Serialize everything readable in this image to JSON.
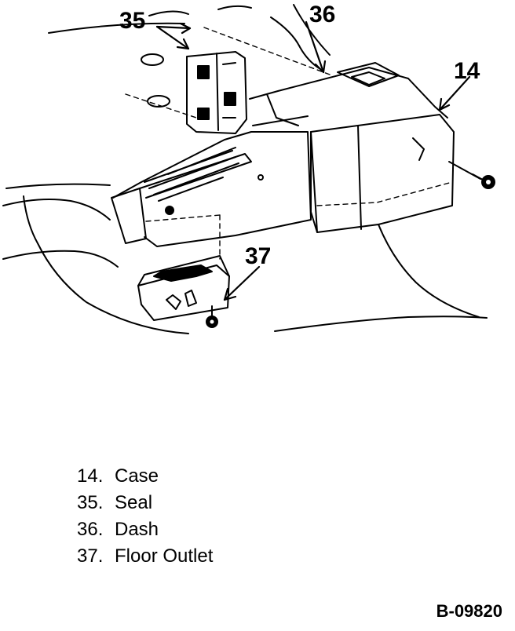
{
  "callouts": [
    {
      "id": "callout-35",
      "label": "35"
    },
    {
      "id": "callout-36",
      "label": "36"
    },
    {
      "id": "callout-14",
      "label": "14"
    },
    {
      "id": "callout-37",
      "label": "37"
    }
  ],
  "legend": [
    {
      "number": "14.",
      "text": "Case"
    },
    {
      "number": "35.",
      "text": "Seal"
    },
    {
      "number": "36.",
      "text": "Dash"
    },
    {
      "number": "37.",
      "text": "Floor Outlet"
    }
  ],
  "figure_id": "B-09820"
}
